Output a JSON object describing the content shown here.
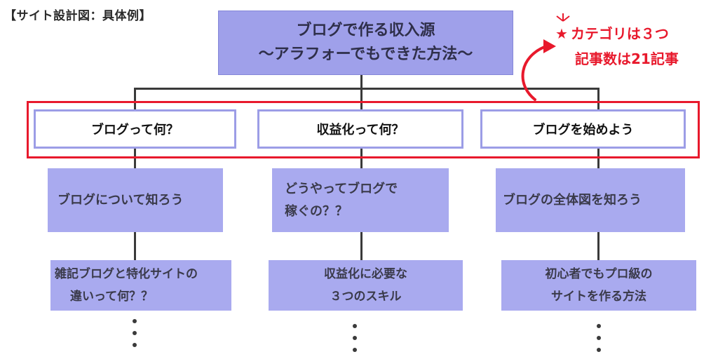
{
  "heading": "【サイト設計図：具体例】",
  "root": {
    "line1": "ブログで作る収入源",
    "line2": "〜アラフォーでもできた方法〜"
  },
  "note": {
    "line1": "カテゴリは３つ",
    "line2": "記事数は21記事",
    "star": "★"
  },
  "categories": [
    {
      "title": "ブログって何？",
      "articles": [
        {
          "lines": [
            "ブログについて知ろう"
          ]
        },
        {
          "lines": [
            "雑記ブログと特化サイトの",
            "違いって何？？"
          ]
        }
      ]
    },
    {
      "title": "収益化って何？",
      "articles": [
        {
          "lines": [
            "どうやってブログで",
            "稼ぐの？？"
          ]
        },
        {
          "lines": [
            "収益化に必要な",
            "３つのスキル"
          ]
        }
      ]
    },
    {
      "title": "ブログを始めよう",
      "articles": [
        {
          "lines": [
            "ブログの全体図を知ろう"
          ]
        },
        {
          "lines": [
            "初心者でもプロ級の",
            "サイトを作る方法"
          ]
        }
      ]
    }
  ],
  "colors": {
    "box_fill": "#a9aaef",
    "root_fill": "#9fa0ea",
    "category_border": "#9c9de6",
    "highlight": "#e8192c",
    "connector": "#3a3a3a"
  }
}
